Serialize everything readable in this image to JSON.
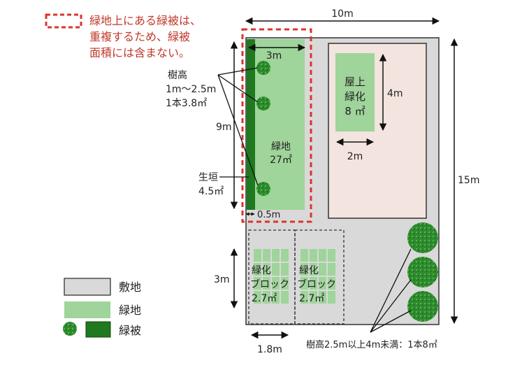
{
  "note": {
    "line1": "緑地上にある緑被は、",
    "line2": "重複するため、緑被",
    "line3": "面積には含まない。"
  },
  "dimensions": {
    "site_width": "10m",
    "site_height": "15m",
    "greenbelt_width": "3m",
    "greenbelt_height": "9m",
    "hedge_width": "0.5m",
    "roof_height": "4m",
    "roof_width": "2m",
    "block_height": "3m",
    "block_width": "1.8m"
  },
  "labels": {
    "tree_height_1": "樹高",
    "tree_height_2": "1m〜2.5m",
    "tree_height_3": "1本3.8㎡",
    "hedge_1": "生垣",
    "hedge_2": "4.5㎡",
    "green_area_1": "緑地",
    "green_area_2": "27㎡",
    "roof_1": "屋上",
    "roof_2": "緑化",
    "roof_3": "8 ㎡",
    "block_a_1": "緑化",
    "block_a_2": "ブロック",
    "block_a_3": "2.7㎡",
    "block_b_1": "緑化",
    "block_b_2": "ブロック",
    "block_b_3": "2.7㎡",
    "big_trees": "樹高2.5m以上4m未満：1本8㎡"
  },
  "legend": {
    "site": "敷地",
    "green_area": "緑地",
    "green_cover": "緑被"
  },
  "colors": {
    "site": "#d9d9d9",
    "green_area": "#9fd49a",
    "green_cover": "#1f7a1f",
    "roof": "#f3e4df",
    "roof_green": "#9fd49a",
    "dash_red": "#d9362b"
  }
}
